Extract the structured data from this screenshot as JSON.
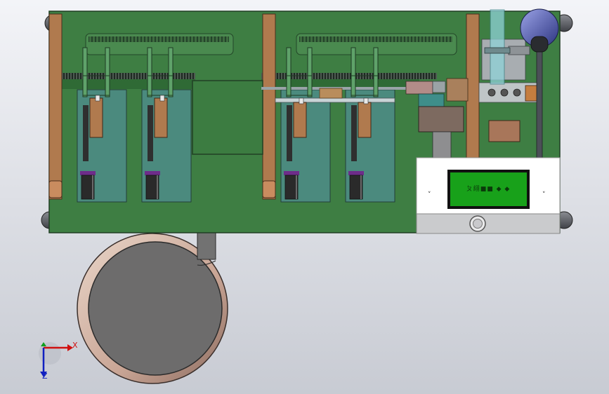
{
  "axis_triad": {
    "x_label": "X",
    "z_label": "Z"
  },
  "control_panel": {
    "display_text": "ㄆ䋚■■ ◆ ◆"
  },
  "colors": {
    "base_plate": "#3e7e43",
    "base_plate_edge": "#2f5f34",
    "column": "#b07a4e",
    "station_panel": "#4b8a7e",
    "cylinder": "#2c2c2c",
    "lcd": "#18a11a",
    "panel_body": "#ffffff",
    "lamp": "#4a52a8",
    "turntable": "#6d6c6c",
    "turntable_rim": "#e0c7b8"
  }
}
